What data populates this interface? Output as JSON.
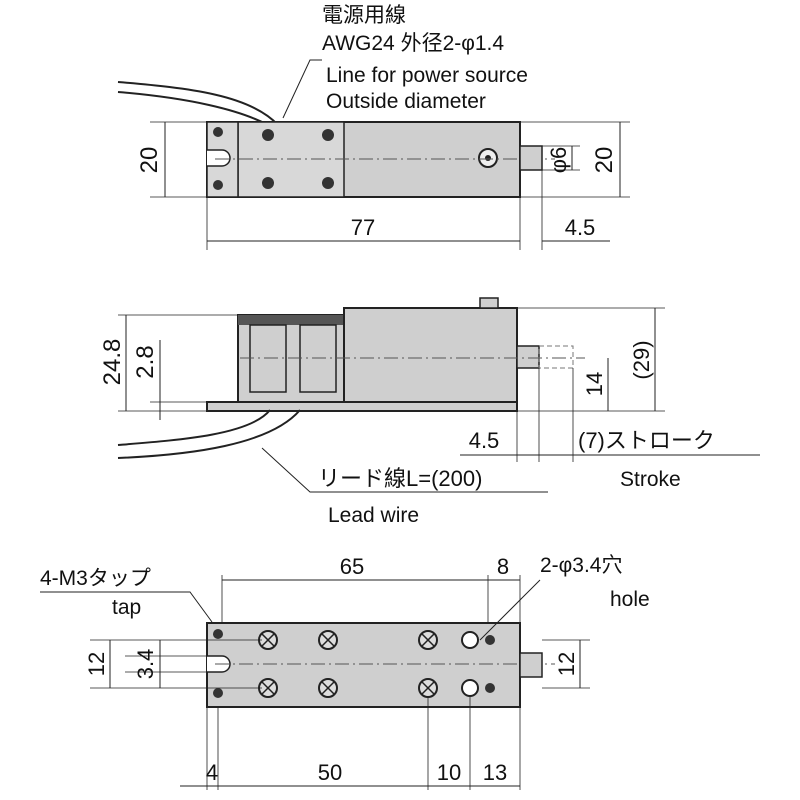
{
  "top_view": {
    "power_line_jp": "電源用線",
    "power_line_spec": "AWG24 外径2-φ1.4",
    "power_line_en": "Line for power source",
    "outside_diameter_en": "Outside diameter",
    "dim_height_left": "20",
    "dim_length": "77",
    "dim_rod_length": "4.5",
    "dim_rod_diameter": "φ6",
    "dim_height_right": "20"
  },
  "side_view": {
    "dim_total_height": "24.8",
    "dim_base_thickness": "2.8",
    "dim_rod_height": "14",
    "dim_height_paren": "(29)",
    "dim_rod_offset": "4.5",
    "stroke_jp": "(7)ストローク",
    "stroke_en": "Stroke",
    "lead_wire_jp": "リード線L=(200)",
    "lead_wire_en": "Lead wire"
  },
  "bottom_view": {
    "tap_jp": "4-M3タップ",
    "tap_en": "tap",
    "dim_65": "65",
    "dim_8": "8",
    "hole_spec": "2-φ3.4穴",
    "hole_en": "hole",
    "dim_12_left": "12",
    "dim_3_4": "3.4",
    "dim_12_right": "12",
    "dim_4": "4",
    "dim_50": "50",
    "dim_10": "10",
    "dim_13": "13"
  }
}
